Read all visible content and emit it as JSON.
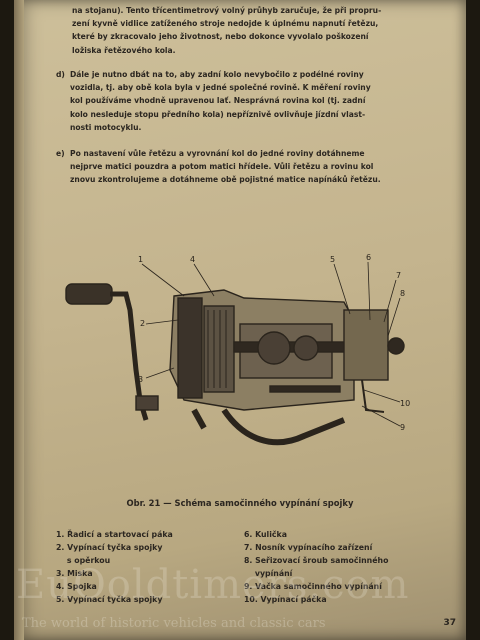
{
  "paragraphs": [
    {
      "marker": "",
      "lines": [
        "na stojanu). Tento třícentimetrový volný průhyb zaručuje, že při propru-",
        "zení kyvně vidlice zatíženého stroje nedojde k úplnému napnutí řetězu,",
        "které by zkracovalo jeho životnost, nebo dokonce vyvolalo poškození",
        "ložiska řetězového kola."
      ]
    },
    {
      "marker": "d)",
      "lines": [
        "Dále je nutno dbát na to, aby zadní kolo nevybočilo z podélné roviny",
        "vozidla, tj. aby obě kola byla v jedné společné rovině. K měření roviny",
        "kol používáme vhodně upravenou lať. Nesprávná rovina kol (tj. zadní",
        "kolo nesleduje stopu předního kola) nepříznivě ovlivňuje jízdní vlast-",
        "nosti motocyklu."
      ]
    },
    {
      "marker": "e)",
      "lines": [
        "Po nastavení vůle řetězu a vyrovnání kol do jedné roviny dotáhneme",
        "nejprve matici pouzdra a potom matici hřídele. Vůli řetězu a rovinu kol",
        "znovu zkontrolujeme a dotáhneme obě pojistné matice napínáků řetězu."
      ]
    }
  ],
  "figure": {
    "callouts": [
      "1",
      "4",
      "2",
      "5",
      "6",
      "7",
      "8",
      "3",
      "10",
      "9"
    ],
    "caption": "Obr. 21 — Schéma samočinného vypínání spojky"
  },
  "legend_left": [
    "1. Řadicí a startovací páka",
    "2. Vypínací tyčka spojky",
    "    s opěrkou",
    "3. Miska",
    "4. Spojka",
    "5. Vypínací tyčka spojky"
  ],
  "legend_right": [
    "6. Kulička",
    "7. Nosník vypínacího zařízení",
    "8. Seřizovací šroub samočinného",
    "    vypínání",
    "9. Vačka samočinného vypínání",
    "10. Vypínací páčka"
  ],
  "watermark": {
    "title": "EuOoldtimers.com",
    "subtitle": "The world of historic vehicles and classic cars"
  },
  "page_number": "37",
  "colors": {
    "paper": "#c4b48e",
    "ink": "#2b2620"
  }
}
